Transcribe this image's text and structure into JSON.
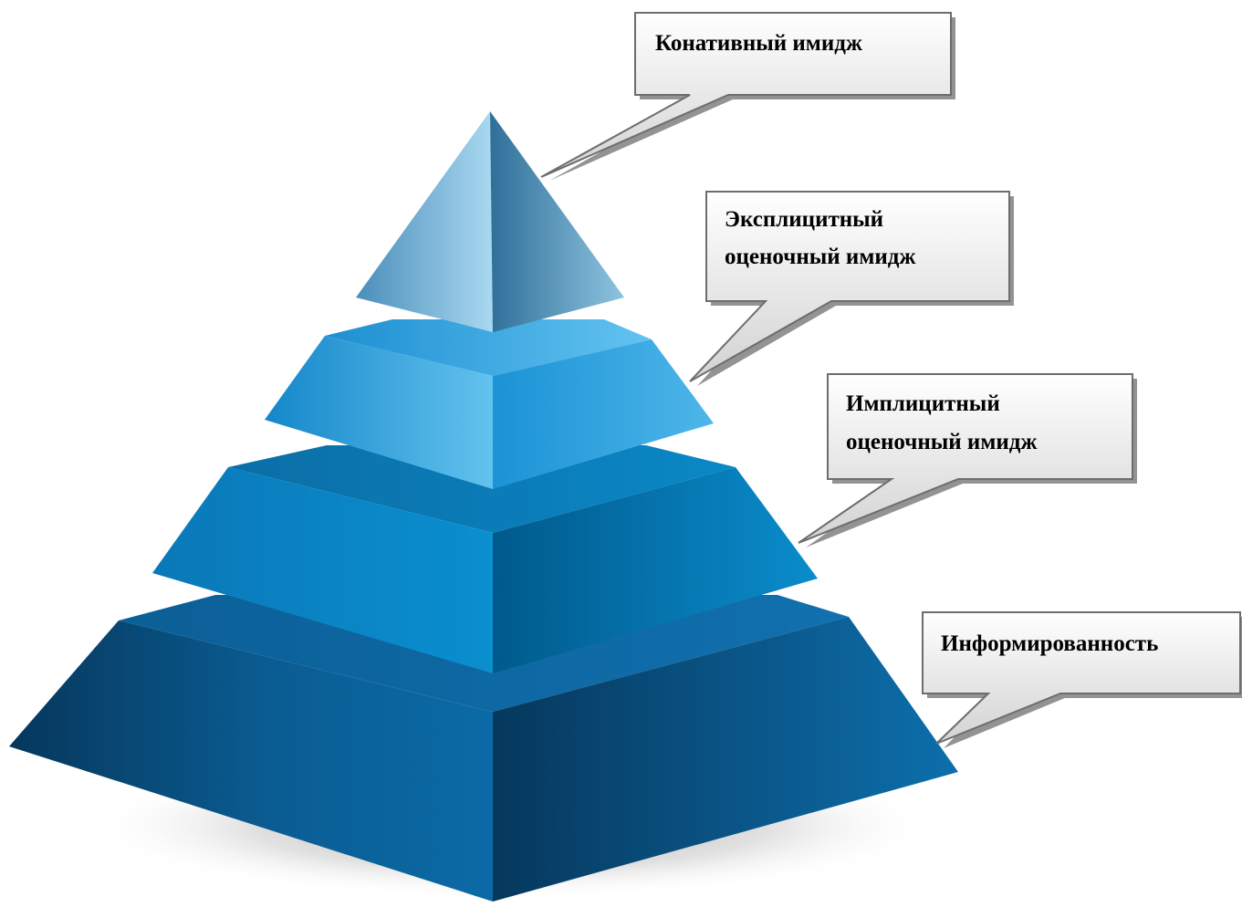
{
  "colors": {
    "background": "#ffffff",
    "callout_fill_top": "#ffffff",
    "callout_fill_bottom": "#d4d4d4",
    "callout_border": "#6d6d6d",
    "callout_shadow": "#3a3a3a",
    "tier_top_light": "#9bd0ec",
    "tier_top_dark": "#3f82ac",
    "tier_2_light": "#5cbdec",
    "tier_2_dark": "#1a8cd0",
    "tier_3_light": "#0b8fcd",
    "tier_3_dark": "#005d90",
    "tier_4_light": "#0a6fad",
    "tier_4_dark": "#05365a",
    "floor_shadow": "#9a9a9a"
  },
  "diagram": {
    "type": "pyramid",
    "levels_top_to_bottom": [
      {
        "label": "Конативный имидж"
      },
      {
        "label_line1": "Эксплицитный",
        "label_line2": "оценочный имидж"
      },
      {
        "label_line1": "Имплицитный",
        "label_line2": "оценочный имидж"
      },
      {
        "label": "Информированность"
      }
    ]
  }
}
